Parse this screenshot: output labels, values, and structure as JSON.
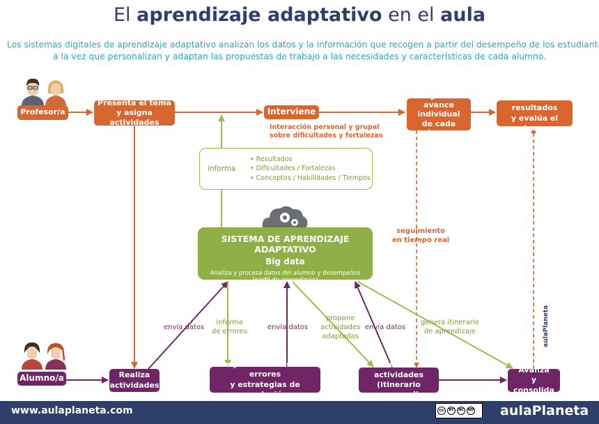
{
  "header": {
    "title_prefix": "El",
    "title_bold1": "aprendizaje adaptativo",
    "title_mid": "en el",
    "title_bold2": "aula",
    "intro_line1": "Los sistemas digitales de aprendizaje adaptativo analizan los datos y la información que recogen a partir del desempeño de los estudiantes,",
    "intro_line2": "a la vez que personalizan y adaptan las propuestas de trabajo a las necesidades y características de cada alumno."
  },
  "teacher": {
    "label": "Profesor/a",
    "steps": {
      "presenta_1": "Presenta el tema",
      "presenta_2": "y asigna actividades",
      "interviene": "Interviene",
      "sigue_1": "Sigue el avance",
      "sigue_2": "individual",
      "sigue_3": "de cada alumno",
      "obtiene_1": "Obtiene resultados",
      "obtiene_2": "y evalúa el tema"
    },
    "interaccion_1": "Interacción personal y grupal",
    "interaccion_2": "sobre dificultades y fortalezas"
  },
  "informa_box": {
    "label": "informa",
    "items": [
      "• Resultados",
      "• Dificultades / Fortalezas",
      "• Conceptos / Habilidades / Tiempos"
    ]
  },
  "system": {
    "title": "SISTEMA DE APRENDIZAJE ADAPTATIVO",
    "subtitle": "Big data",
    "desc_1": "Analiza y procesa datos del alumno y desempeños",
    "desc_2": "(perfil de aprendizaje)"
  },
  "seguimiento": {
    "line1": "seguimiento",
    "line2": "en tiempo real"
  },
  "student": {
    "label": "Alumno/a",
    "steps": {
      "realiza_1": "Realiza",
      "realiza_2": "actividades",
      "reflexiona_1": "Ve y reflexiona sobre errores",
      "reflexiona_2": "y estrategias de resolución",
      "itinerario_1": "Realiza actividades",
      "itinerario_2": "(itinerario personal)",
      "avanza_1": "Avanza",
      "avanza_2": "y consolida"
    }
  },
  "edge_labels": {
    "envia_datos": "envía datos",
    "informa_errores_1": "informa",
    "informa_errores_2": "de errores",
    "propone_1": "propone",
    "propone_2": "actividades",
    "propone_3": "adaptadas",
    "genera_1": "genera itinerario",
    "genera_2": "de aprendizaje"
  },
  "footer": {
    "url": "www.aulaplaneta.com",
    "brand": "aulaPlaneta",
    "license": [
      "BY",
      "NC",
      "ND"
    ]
  },
  "side_logo": "aulaPlaneta",
  "colors": {
    "navy": "#2e3f69",
    "cyan": "#2aa6c6",
    "orange": "#d9662f",
    "purple": "#702567",
    "green": "#8eb046",
    "gray": "#6b6f73"
  },
  "icons": [
    "teacher-avatars",
    "student-avatars",
    "cloud-gears-icon",
    "creative-commons-icon"
  ]
}
